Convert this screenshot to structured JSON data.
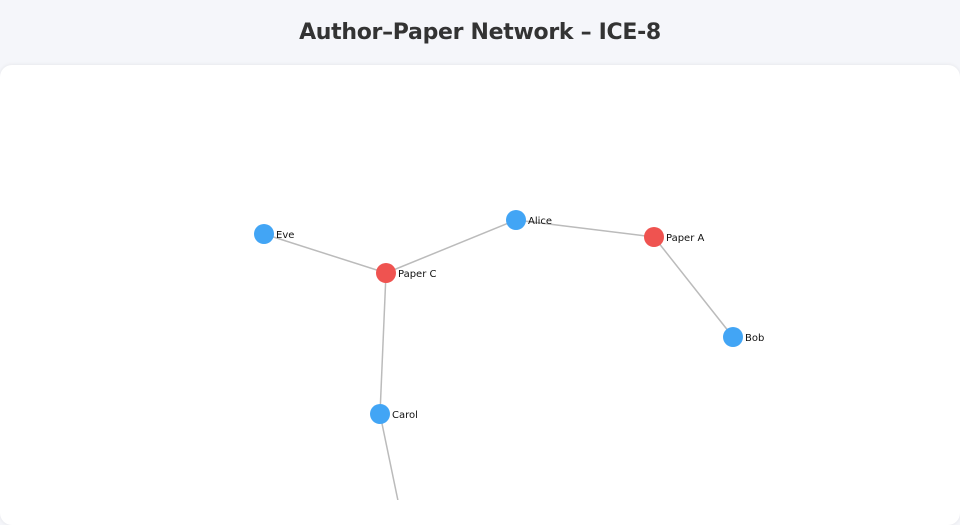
{
  "header": {
    "title": "Author–Paper Network – ICE-8"
  },
  "graph": {
    "colors": {
      "author": "#42a5f5",
      "paper": "#ef5350",
      "edge": "#bbbbbb"
    },
    "nodes": [
      {
        "id": "eve",
        "label": "Eve",
        "type": "author"
      },
      {
        "id": "paperC",
        "label": "Paper C",
        "type": "paper"
      },
      {
        "id": "alice",
        "label": "Alice",
        "type": "author"
      },
      {
        "id": "paperA",
        "label": "Paper A",
        "type": "paper"
      },
      {
        "id": "bob",
        "label": "Bob",
        "type": "author"
      },
      {
        "id": "carol",
        "label": "Carol",
        "type": "author"
      }
    ],
    "edges": [
      [
        "eve",
        "paperC"
      ],
      [
        "alice",
        "paperC"
      ],
      [
        "alice",
        "paperA"
      ],
      [
        "paperA",
        "bob"
      ],
      [
        "paperC",
        "carol"
      ],
      [
        "carol",
        "offscreen"
      ]
    ]
  }
}
